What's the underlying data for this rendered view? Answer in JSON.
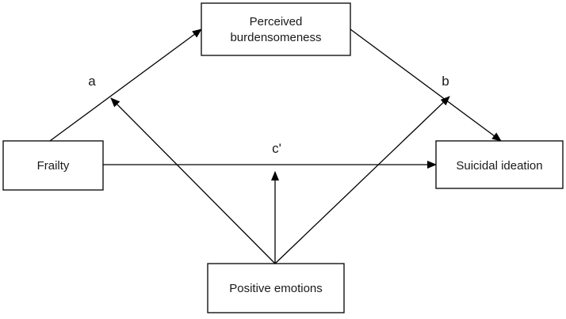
{
  "nodes": {
    "perceived_burdensomeness": {
      "line1": "Perceived",
      "line2": "burdensomeness"
    },
    "frailty": {
      "label": "Frailty"
    },
    "suicidal_ideation": {
      "label": "Suicidal ideation"
    },
    "positive_emotions": {
      "label": "Positive emotions"
    }
  },
  "paths": {
    "a": "a",
    "b": "b",
    "c_prime": "c'"
  },
  "colors": {
    "stroke": "#000000",
    "text": "#1a1a1a",
    "background": "#ffffff"
  }
}
